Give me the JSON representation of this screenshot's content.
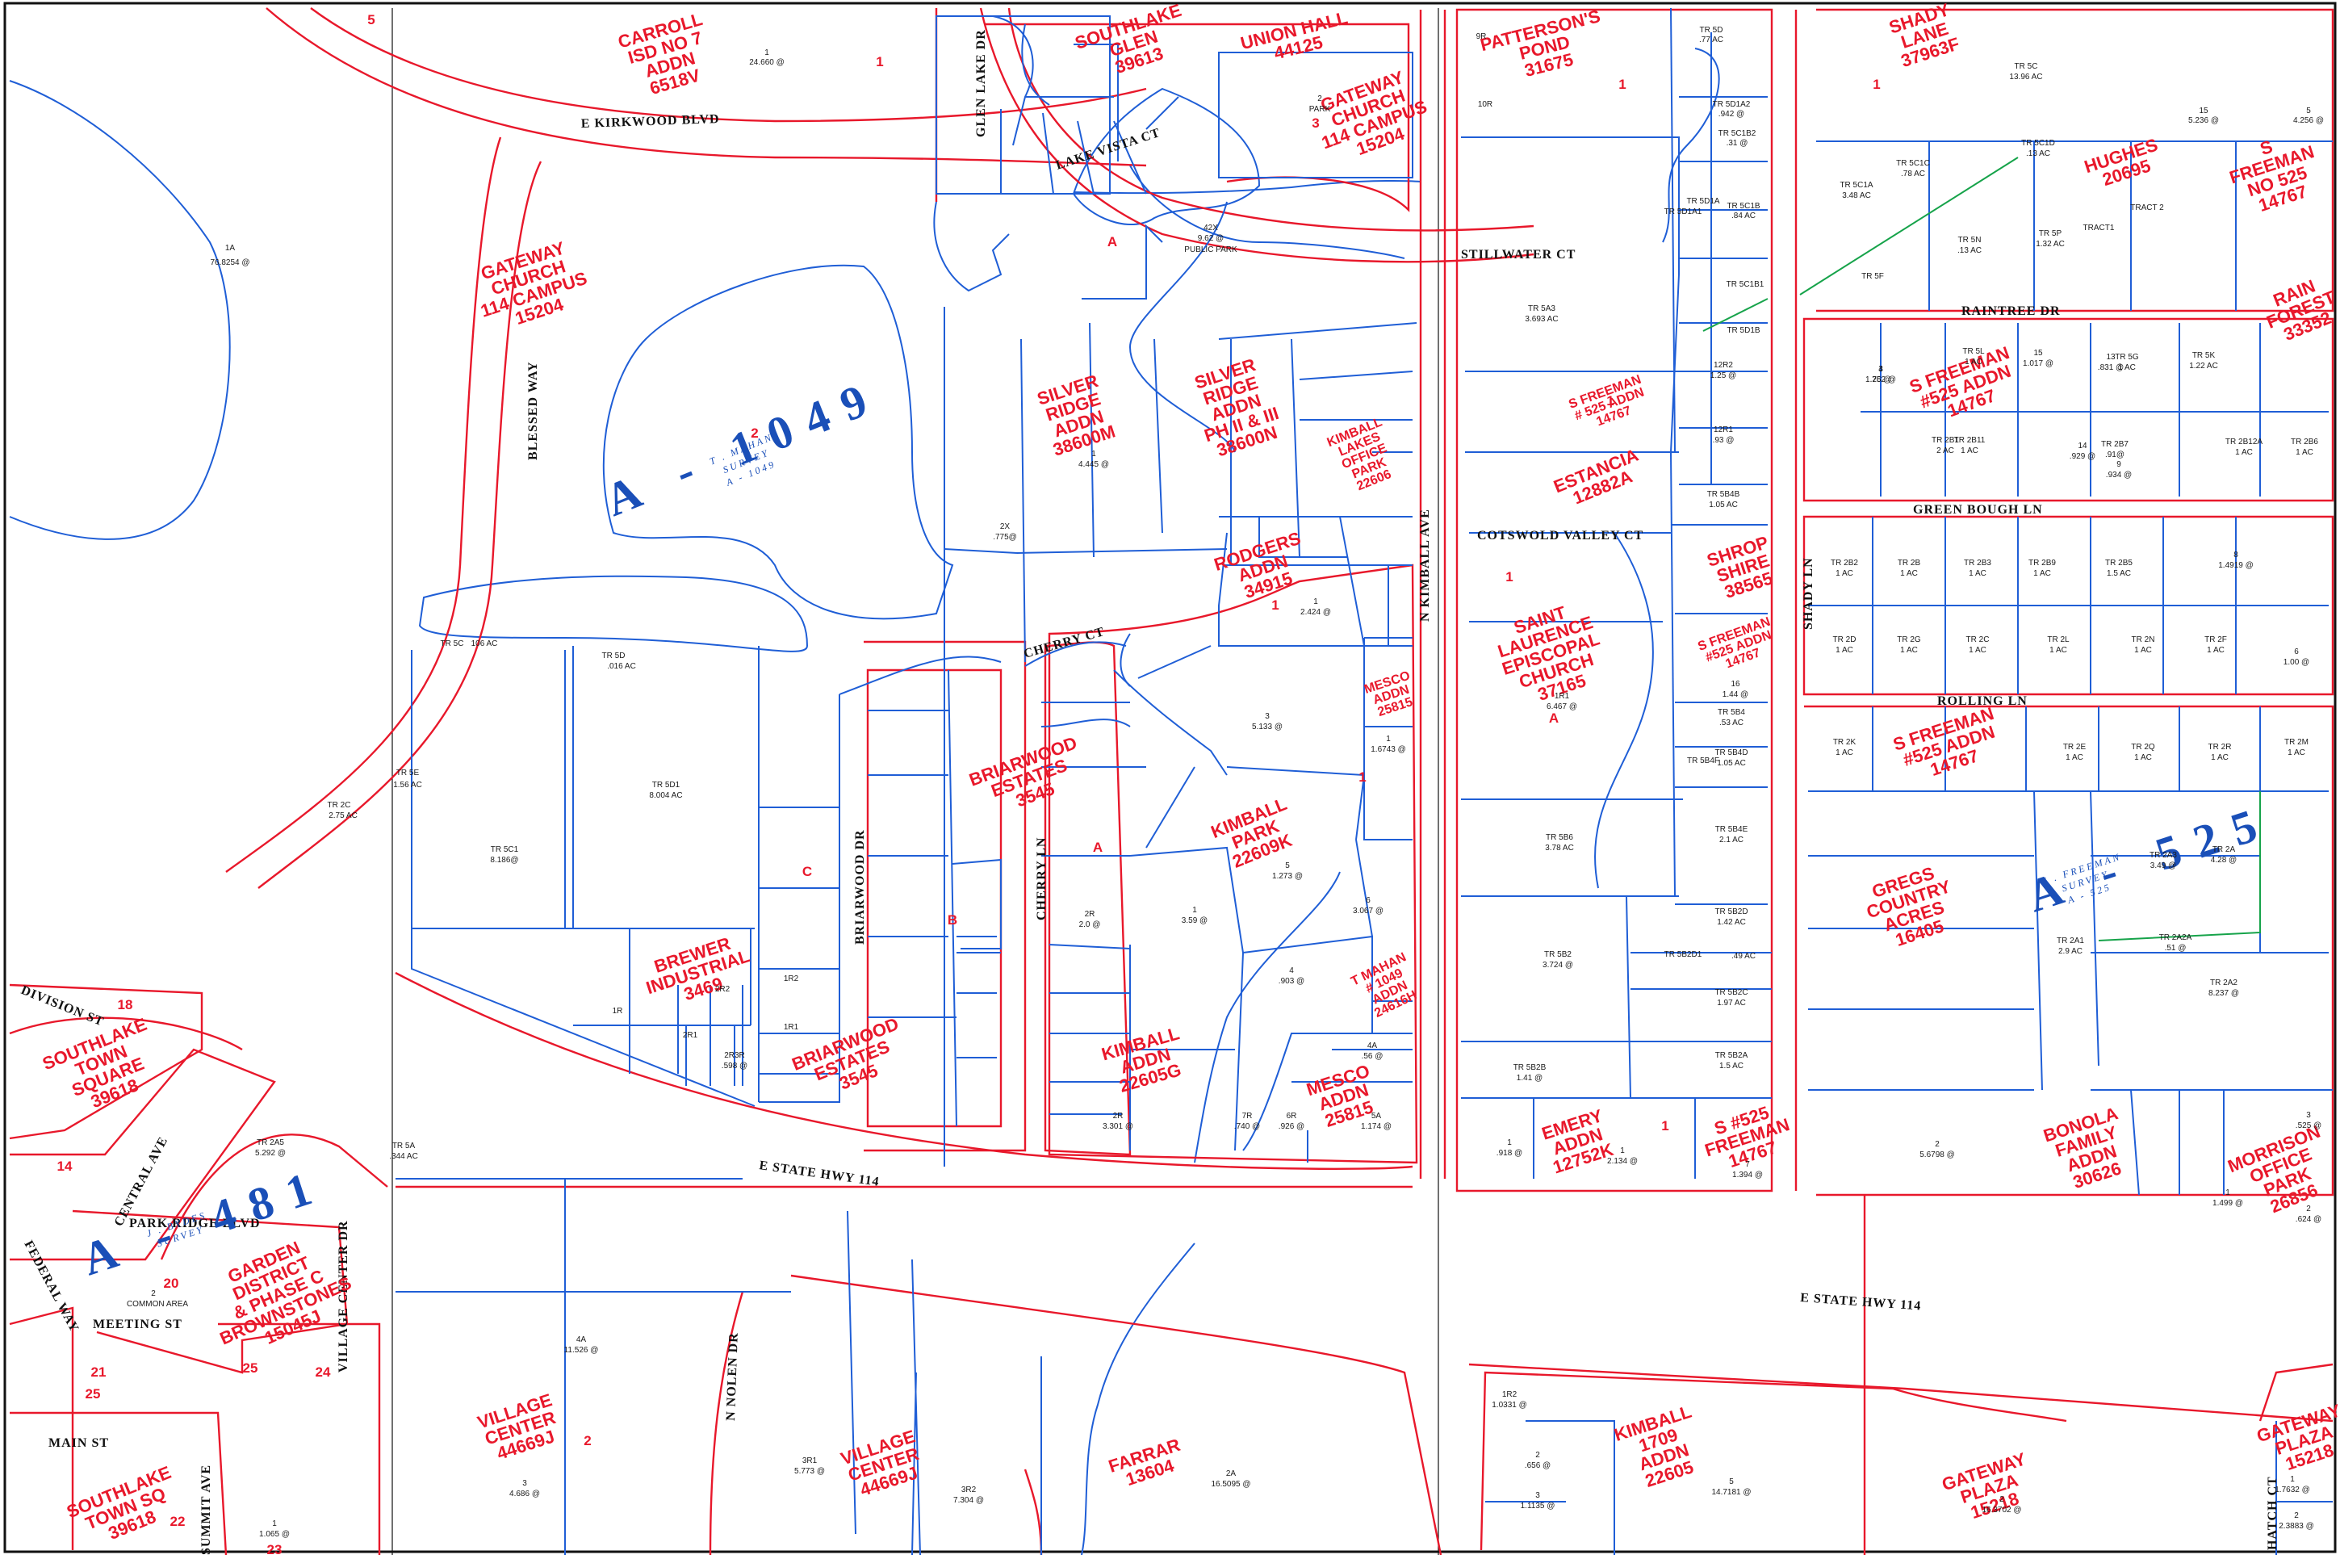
{
  "roads": [
    {
      "name": "E KIRKWOOD BLVD"
    },
    {
      "name": "BLESSED WAY"
    },
    {
      "name": "LAKE VISTA CT"
    },
    {
      "name": "GLEN LAKE DR"
    },
    {
      "name": "CHERRY CT"
    },
    {
      "name": "CHERRY LN"
    },
    {
      "name": "BRIARWOOD DR"
    },
    {
      "name": "N KIMBALL AVE"
    },
    {
      "name": "STILLWATER CT"
    },
    {
      "name": "COTSWOLD VALLEY CT"
    },
    {
      "name": "SHADY LN"
    },
    {
      "name": "RAINTREE DR"
    },
    {
      "name": "GREEN BOUGH LN"
    },
    {
      "name": "ROLLING LN"
    },
    {
      "name": "E STATE HWY 114"
    },
    {
      "name": "E STATE HWY 114"
    },
    {
      "name": "DIVISION ST"
    },
    {
      "name": "CENTRAL AVE"
    },
    {
      "name": "PARK RIDGE BLVD"
    },
    {
      "name": "FEDERAL WAY"
    },
    {
      "name": "MEETING ST"
    },
    {
      "name": "MAIN ST"
    },
    {
      "name": "SUMMIT AVE"
    },
    {
      "name": "VILLAGE CENTER DR"
    },
    {
      "name": "N NOLEN DR"
    },
    {
      "name": "HATCH CT"
    }
  ],
  "additions": [
    {
      "lines": [
        "CARROLL",
        "ISD NO 7",
        "ADDN",
        "6518V"
      ]
    },
    {
      "lines": [
        "SOUTHLAKE",
        "GLEN",
        "39613"
      ]
    },
    {
      "lines": [
        "UNION HALL",
        "44125"
      ]
    },
    {
      "lines": [
        "GATEWAY",
        "CHURCH",
        "114 CAMPUS",
        "15204"
      ]
    },
    {
      "lines": [
        "GATEWAY",
        "CHURCH",
        "114 CAMPUS",
        "15204"
      ]
    },
    {
      "lines": [
        "PATTERSON'S",
        "POND",
        "31675"
      ]
    },
    {
      "lines": [
        "SHADY",
        "LANE",
        "37963F"
      ]
    },
    {
      "lines": [
        "HUGHES",
        "20695"
      ]
    },
    {
      "lines": [
        "S",
        "FREEMAN",
        "NO 525",
        "14767"
      ]
    },
    {
      "lines": [
        "RAIN",
        "FOREST",
        "33352"
      ]
    },
    {
      "lines": [
        "SILVER",
        "RIDGE",
        "ADDN",
        "38600M"
      ]
    },
    {
      "lines": [
        "SILVER",
        "RIDGE",
        "ADDN",
        "PH II & III",
        "38600N"
      ]
    },
    {
      "lines": [
        "KIMBALL",
        "LAKES",
        "OFFICE",
        "PARK",
        "22606"
      ]
    },
    {
      "lines": [
        "RODGERS",
        "ADDN",
        "34915"
      ]
    },
    {
      "lines": [
        "ESTANCIA",
        "12882A"
      ]
    },
    {
      "lines": [
        "S FREEMAN",
        "# 525 ADDN",
        "14767"
      ]
    },
    {
      "lines": [
        "S FREEMAN",
        "#525 ADDN",
        "14767"
      ]
    },
    {
      "lines": [
        "SHROP",
        "SHIRE",
        "38565"
      ]
    },
    {
      "lines": [
        "SAINT",
        "LAURENCE",
        "EPISCOPAL",
        "CHURCH",
        "37165"
      ]
    },
    {
      "lines": [
        "S FREEMAN",
        "#525 ADDN",
        "14767"
      ]
    },
    {
      "lines": [
        "S FREEMAN",
        "#525 ADDN",
        "14767"
      ]
    },
    {
      "lines": [
        "MESCO",
        "ADDN",
        "25815"
      ]
    },
    {
      "lines": [
        "BRIARWOOD",
        "ESTATES",
        "3545"
      ]
    },
    {
      "lines": [
        "KIMBALL",
        "PARK",
        "22609K"
      ]
    },
    {
      "lines": [
        "GREGS",
        "COUNTRY",
        "ACRES",
        "16405"
      ]
    },
    {
      "lines": [
        "BREWER",
        "INDUSTRIAL",
        "3469"
      ]
    },
    {
      "lines": [
        "BRIARWOOD",
        "ESTATES",
        "3545"
      ]
    },
    {
      "lines": [
        "KIMBALL",
        "ADDN",
        "22605G"
      ]
    },
    {
      "lines": [
        "MESCO",
        "ADDN",
        "25815"
      ]
    },
    {
      "lines": [
        "EMERY",
        "ADDN",
        "12752K"
      ]
    },
    {
      "lines": [
        "S #525",
        "FREEMAN",
        "14767"
      ]
    },
    {
      "lines": [
        "BONOLA",
        "FAMILY",
        "ADDN",
        "30626"
      ]
    },
    {
      "lines": [
        "MORRISON",
        "OFFICE",
        "PARK",
        "26856"
      ]
    },
    {
      "lines": [
        "SOUTHLAKE",
        "TOWN",
        "SQUARE",
        "39618"
      ]
    },
    {
      "lines": [
        "GARDEN",
        "DISTRICT",
        "& PHASE C",
        "BROWNSTONES",
        "15045J"
      ]
    },
    {
      "lines": [
        "VILLAGE",
        "CENTER",
        "44669J"
      ]
    },
    {
      "lines": [
        "VILLAGE",
        "CENTER",
        "44669J"
      ]
    },
    {
      "lines": [
        "FARRAR",
        "13604"
      ]
    },
    {
      "lines": [
        "KIMBALL",
        "1709",
        "ADDN",
        "22605"
      ]
    },
    {
      "lines": [
        "GATEWAY",
        "PLAZA",
        "15218"
      ]
    },
    {
      "lines": [
        "GATEWAY",
        "PLAZA",
        "15218"
      ]
    },
    {
      "lines": [
        "SOUTHLAKE",
        "TOWN SQ",
        "39618"
      ]
    },
    {
      "lines": [
        "T MAHAN",
        "# 1049",
        "ADDN",
        "24616H"
      ]
    }
  ],
  "surveys": [
    {
      "label": "A - 1049",
      "sub": [
        "T . MAHAN",
        "SURVEY",
        "A - 1049"
      ]
    },
    {
      "label": "A - 525",
      "sub": [
        "S . FREEMAN",
        "SURVEY",
        "A - 525"
      ]
    },
    {
      "label": "A - 481",
      "sub": [
        "J . BYDES",
        "SURVEY"
      ]
    }
  ],
  "tracts": [
    {
      "t": "1A"
    },
    {
      "t": "76.8254 @"
    },
    {
      "t": "1"
    },
    {
      "t": "24.660 @"
    },
    {
      "t": "42X"
    },
    {
      "t": "9.62 @"
    },
    {
      "t": "PUBLIC PARK"
    },
    {
      "t": "2"
    },
    {
      "t": "PARK"
    },
    {
      "t": "TR 5D"
    },
    {
      "t": ".77 AC"
    },
    {
      "t": "TR 5D1A2"
    },
    {
      "t": ".942 @"
    },
    {
      "t": "TR 5C1B"
    },
    {
      "t": ".84 AC"
    },
    {
      "t": "TR 5C1B1"
    },
    {
      "t": "TR 5D1B"
    },
    {
      "t": "TR 5A3"
    },
    {
      "t": "3.693 AC"
    },
    {
      "t": "TR 5C"
    },
    {
      "t": "13.96 AC"
    },
    {
      "t": "TR 5C1A"
    },
    {
      "t": "3.48 AC"
    },
    {
      "t": "TR 5N"
    },
    {
      "t": ".13 AC"
    },
    {
      "t": "TR 5P"
    },
    {
      "t": "1.32 AC"
    },
    {
      "t": "TR 5F"
    },
    {
      "t": "TRACT1"
    },
    {
      "t": "TRACT 2"
    },
    {
      "t": "15"
    },
    {
      "t": "5.236 @"
    },
    {
      "t": "5"
    },
    {
      "t": "4.256 @"
    },
    {
      "t": "2X"
    },
    {
      "t": ".775@"
    },
    {
      "t": "1"
    },
    {
      "t": "4.445 @"
    },
    {
      "t": "1"
    },
    {
      "t": "2.424 @"
    },
    {
      "t": "3"
    },
    {
      "t": "5.133 @"
    },
    {
      "t": "1"
    },
    {
      "t": "1.6743 @"
    },
    {
      "t": "TR 5C"
    },
    {
      "t": "106 AC"
    },
    {
      "t": "TR 5D"
    },
    {
      "t": ".016 AC"
    },
    {
      "t": "TR 5D1"
    },
    {
      "t": "8.004 AC"
    },
    {
      "t": "TR 5C1"
    },
    {
      "t": "8.186@"
    },
    {
      "t": "TR 2C"
    },
    {
      "t": "2.75 AC"
    },
    {
      "t": "TR 5E"
    },
    {
      "t": "1.56 AC"
    },
    {
      "t": "5"
    },
    {
      "t": "1.273 @"
    },
    {
      "t": "1"
    },
    {
      "t": "3.59 @"
    },
    {
      "t": "2R"
    },
    {
      "t": "2.0 @"
    },
    {
      "t": "6"
    },
    {
      "t": "3.067 @"
    },
    {
      "t": "4"
    },
    {
      "t": ".903 @"
    },
    {
      "t": "2R"
    },
    {
      "t": "3.301 @"
    },
    {
      "t": "7R"
    },
    {
      "t": ".740 @"
    },
    {
      "t": "6R"
    },
    {
      "t": ".926 @"
    },
    {
      "t": "5A"
    },
    {
      "t": "1.174 @"
    },
    {
      "t": "4A"
    },
    {
      "t": ".56 @"
    },
    {
      "t": "1R1"
    },
    {
      "t": "6.467 @"
    },
    {
      "t": "TR 5B6"
    },
    {
      "t": "3.78 AC"
    },
    {
      "t": "TR 5B4E"
    },
    {
      "t": "2.1 AC"
    },
    {
      "t": "TR 5B2"
    },
    {
      "t": "3.724 @"
    },
    {
      "t": "TR 5B2D"
    },
    {
      "t": "1.42 AC"
    },
    {
      "t": "TR 5B2C"
    },
    {
      "t": "1.97 AC"
    },
    {
      "t": "TR 5B2A"
    },
    {
      "t": "1.5 AC"
    },
    {
      "t": "TR 5B2B"
    },
    {
      "t": "1.41 @"
    },
    {
      "t": "TR 5B4"
    },
    {
      "t": ".53 AC"
    },
    {
      "t": "TR 5B4D"
    },
    {
      "t": "1.05 AC"
    },
    {
      "t": "TR 5B4B"
    },
    {
      "t": "1.05 AC"
    },
    {
      "t": "12R2"
    },
    {
      "t": "1.25 @"
    },
    {
      "t": "12R1"
    },
    {
      "t": ".93 @"
    },
    {
      "t": "TR 2A3"
    },
    {
      "t": "3.49 @"
    },
    {
      "t": "TR 2A1"
    },
    {
      "t": "2.9 AC"
    },
    {
      "t": "TR 2A2"
    },
    {
      "t": "8.237 @"
    },
    {
      "t": "TR 2A"
    },
    {
      "t": "4.28 @"
    },
    {
      "t": "TR 2A2A"
    },
    {
      "t": ".51 @"
    },
    {
      "t": "2"
    },
    {
      "t": "5.6798 @"
    },
    {
      "t": "TR 2A5"
    },
    {
      "t": "5.292 @"
    },
    {
      "t": "4A"
    },
    {
      "t": "11.526 @"
    },
    {
      "t": "3"
    },
    {
      "t": "4.686 @"
    },
    {
      "t": "3R1"
    },
    {
      "t": "5.773 @"
    },
    {
      "t": "3R2"
    },
    {
      "t": "7.304 @"
    },
    {
      "t": "2A"
    },
    {
      "t": "16.5095 @"
    },
    {
      "t": "5"
    },
    {
      "t": "14.7181 @"
    },
    {
      "t": "2"
    },
    {
      "t": "16.3702 @"
    },
    {
      "t": "1R2"
    },
    {
      "t": "1.0331 @"
    },
    {
      "t": "1"
    },
    {
      "t": "1.7632 @"
    },
    {
      "t": "2"
    },
    {
      "t": "2.3883 @"
    },
    {
      "t": "1"
    },
    {
      "t": "1.499 @"
    },
    {
      "t": "2"
    },
    {
      "t": "COMMON AREA"
    },
    {
      "t": "1"
    },
    {
      "t": ".918 @"
    },
    {
      "t": "1"
    },
    {
      "t": "2.134 @"
    },
    {
      "t": "7"
    },
    {
      "t": "1.394 @"
    },
    {
      "t": "2R2"
    },
    {
      "t": "2R1"
    },
    {
      "t": "2R3R"
    },
    {
      "t": ".598 @"
    },
    {
      "t": "1R"
    },
    {
      "t": "1R2"
    },
    {
      "t": "1R1"
    },
    {
      "t": "TR 5A"
    },
    {
      "t": ".344 AC"
    },
    {
      "t": "TR 2B1"
    },
    {
      "t": "2 AC"
    },
    {
      "t": "TR 2B11"
    },
    {
      "t": "1 AC"
    },
    {
      "t": "TR 2B7"
    },
    {
      "t": ".91@"
    },
    {
      "t": "TR 2B12A"
    },
    {
      "t": "1 AC"
    },
    {
      "t": "TR 2B6"
    },
    {
      "t": "1 AC"
    },
    {
      "t": "TR 5L"
    },
    {
      "t": "1 AC"
    },
    {
      "t": "TR 5G"
    },
    {
      "t": "1 AC"
    },
    {
      "t": "TR 5K"
    },
    {
      "t": "1.22 AC"
    },
    {
      "t": "8"
    },
    {
      "t": "1.4919 @"
    },
    {
      "t": "TR 2B2"
    },
    {
      "t": "1 AC"
    },
    {
      "t": "TR 2B"
    },
    {
      "t": "1 AC"
    },
    {
      "t": "TR 2B3"
    },
    {
      "t": "1 AC"
    },
    {
      "t": "TR 2B9"
    },
    {
      "t": "1 AC"
    },
    {
      "t": "TR 2B5"
    },
    {
      "t": "1.5 AC"
    },
    {
      "t": "TR 2D"
    },
    {
      "t": "1 AC"
    },
    {
      "t": "TR 2G"
    },
    {
      "t": "1 AC"
    },
    {
      "t": "TR 2C"
    },
    {
      "t": "1 AC"
    },
    {
      "t": "TR 2L"
    },
    {
      "t": "1 AC"
    },
    {
      "t": "TR 2N"
    },
    {
      "t": "1 AC"
    },
    {
      "t": "TR 2F"
    },
    {
      "t": "1 AC"
    },
    {
      "t": "TR 2K"
    },
    {
      "t": "1 AC"
    },
    {
      "t": "TR 2E"
    },
    {
      "t": "1 AC"
    },
    {
      "t": "TR 2Q"
    },
    {
      "t": "1 AC"
    },
    {
      "t": "TR 2R"
    },
    {
      "t": "1 AC"
    },
    {
      "t": "TR 2M"
    },
    {
      "t": "1 AC"
    },
    {
      "t": "6"
    },
    {
      "t": "1.00 @"
    },
    {
      "t": "16"
    },
    {
      "t": "1.44 @"
    },
    {
      "t": "2"
    },
    {
      "t": ".656 @"
    },
    {
      "t": "3"
    },
    {
      "t": "1.1135 @"
    },
    {
      "t": "3"
    },
    {
      "t": ".525 @"
    },
    {
      "t": "2"
    },
    {
      "t": ".624 @"
    },
    {
      "t": "1"
    },
    {
      "t": "1.065 @"
    },
    {
      "t": "TR 5D1A1"
    },
    {
      "t": "TR 5D1A"
    },
    {
      "t": "TR 5C1B2"
    },
    {
      "t": ".31 @"
    },
    {
      "t": "TR 5C1C"
    },
    {
      "t": ".78 AC"
    },
    {
      "t": "TR 5C1D"
    },
    {
      "t": ".13 AC"
    },
    {
      "t": "14"
    },
    {
      "t": ".929 @"
    },
    {
      "t": "15"
    },
    {
      "t": "1.017 @"
    },
    {
      "t": "13"
    },
    {
      "t": ".831 @"
    },
    {
      "t": "3"
    },
    {
      "t": "1.262 @"
    },
    {
      "t": "4"
    },
    {
      "t": ".75 @"
    },
    {
      "t": "9"
    },
    {
      "t": ".934 @"
    },
    {
      "t": "TR 5B4F"
    },
    {
      "t": "TR 5B2D1"
    },
    {
      "t": ".49 AC"
    },
    {
      "t": "9R"
    },
    {
      "t": "10R"
    }
  ],
  "blocks": [
    "1",
    "2",
    "3",
    "A",
    "A",
    "A",
    "B",
    "C",
    "1",
    "1",
    "1",
    "1",
    "1",
    "1",
    "1",
    "18",
    "14",
    "21",
    "25",
    "25",
    "24",
    "22",
    "23",
    "20",
    "5",
    "2"
  ]
}
